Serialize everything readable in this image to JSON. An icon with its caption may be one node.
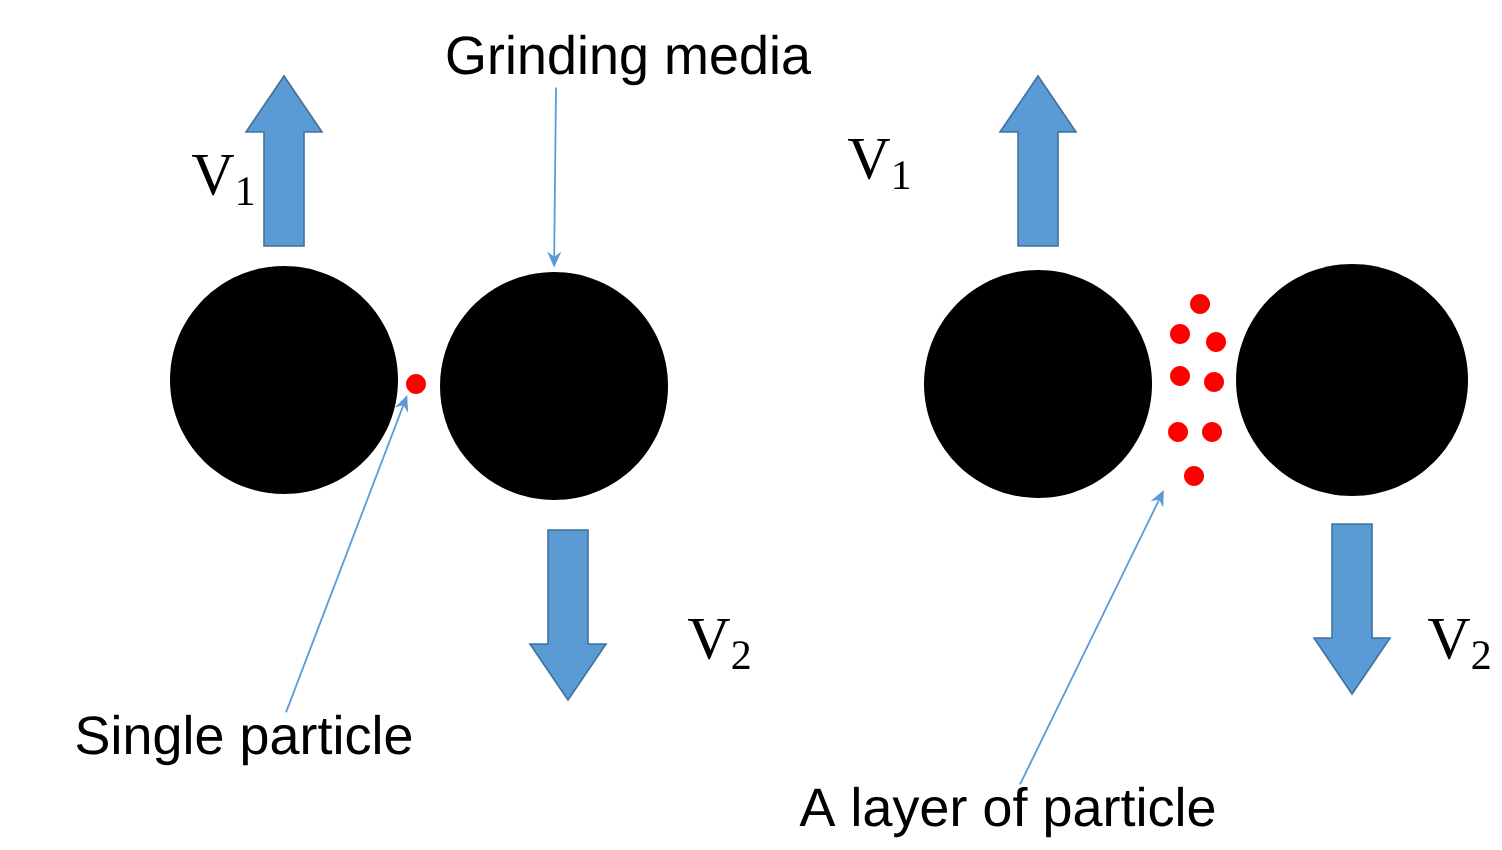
{
  "diagram": {
    "nodes": [
      {
        "text": [
          "Grinding media"
        ]
      },
      {
        "text": [],
        "shape": "circle"
      },
      {
        "text": [],
        "shape": "circle"
      },
      {
        "text": [],
        "shape": "circle"
      },
      {
        "text": [
          "Single particle"
        ]
      },
      {
        "text": [],
        "shape": "circle"
      },
      {
        "text": [],
        "shape": "circle"
      },
      {
        "text": [],
        "shape": "dots"
      },
      {
        "text": [
          "A layer of particle"
        ]
      }
    ],
    "edges": [
      {
        "from": 0,
        "to": 2,
        "arrow": "to"
      },
      {
        "from": 4,
        "to": 3,
        "arrow": "to"
      },
      {
        "from": 8,
        "to": 7,
        "arrow": "to"
      }
    ],
    "labels": [
      "V$_{1}$",
      "V$_{1}$",
      "V$_{2}$",
      "V$_{2}$"
    ]
  }
}
